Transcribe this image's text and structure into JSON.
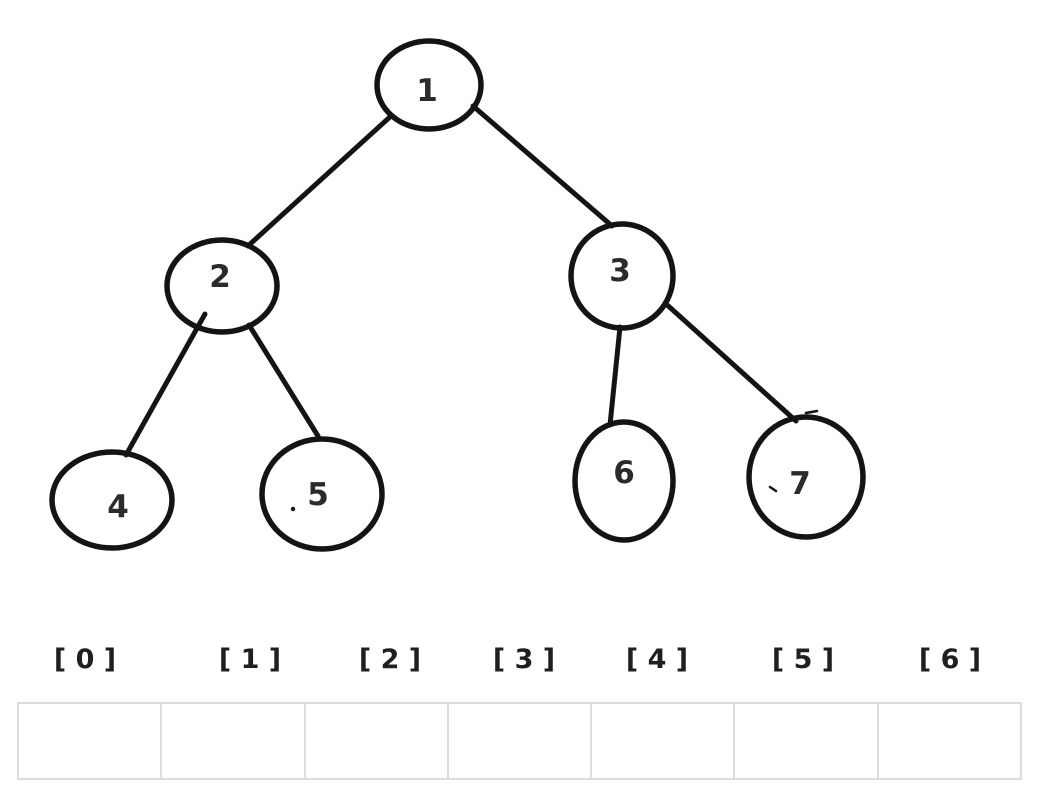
{
  "diagram": {
    "title": "binary-tree",
    "nodes": [
      {
        "id": 1,
        "label": "1"
      },
      {
        "id": 2,
        "label": "2"
      },
      {
        "id": 3,
        "label": "3"
      },
      {
        "id": 4,
        "label": "4"
      },
      {
        "id": 5,
        "label": "5"
      },
      {
        "id": 6,
        "label": "6"
      },
      {
        "id": 7,
        "label": "7"
      }
    ],
    "edges": [
      {
        "from": 1,
        "to": 2
      },
      {
        "from": 1,
        "to": 3
      },
      {
        "from": 2,
        "to": 4
      },
      {
        "from": 2,
        "to": 5
      },
      {
        "from": 3,
        "to": 6
      },
      {
        "from": 3,
        "to": 7
      }
    ]
  },
  "array": {
    "index_labels": [
      "[ 0 ]",
      "[ 1 ]",
      "[ 2 ]",
      "[ 3 ]",
      "[ 4 ]",
      "[ 5 ]",
      "[ 6 ]"
    ],
    "cells": [
      "",
      "",
      "",
      "",
      "",
      "",
      ""
    ]
  },
  "colors": {
    "ink": "#141414",
    "node_label_text": "#2b2b2b",
    "index_label_text": "#1f1f1f",
    "table_border": "#dcdcdc",
    "background": "#ffffff"
  }
}
